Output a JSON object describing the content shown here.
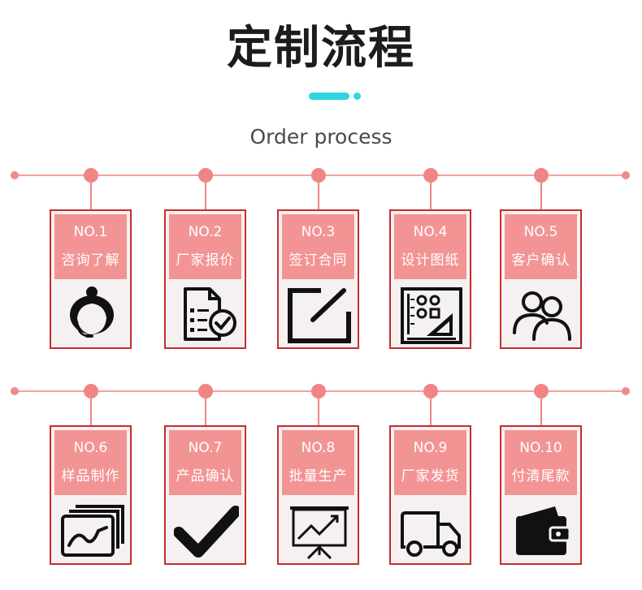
{
  "header": {
    "title": "定制流程",
    "subtitle": "Order process"
  },
  "colors": {
    "accent_cyan": "#2fd6e2",
    "line_pink": "#f2a2a2",
    "node_pink": "#ef8585",
    "card_head": "#f39494",
    "card_border": "#c62d2d",
    "card_body": "#f5f1f1"
  },
  "steps": [
    {
      "no": "NO.1",
      "label": "咨询了解",
      "icon": "customer-service-icon"
    },
    {
      "no": "NO.2",
      "label": "厂家报价",
      "icon": "quote-document-icon"
    },
    {
      "no": "NO.3",
      "label": "签订合同",
      "icon": "contract-edit-icon"
    },
    {
      "no": "NO.4",
      "label": "设计图纸",
      "icon": "design-drawing-icon"
    },
    {
      "no": "NO.5",
      "label": "客户确认",
      "icon": "customers-icon"
    },
    {
      "no": "NO.6",
      "label": "样品制作",
      "icon": "sample-images-icon"
    },
    {
      "no": "NO.7",
      "label": "产品确认",
      "icon": "checkmark-icon"
    },
    {
      "no": "NO.8",
      "label": "批量生产",
      "icon": "production-chart-icon"
    },
    {
      "no": "NO.9",
      "label": "厂家发货",
      "icon": "delivery-truck-icon"
    },
    {
      "no": "NO.10",
      "label": "付清尾款",
      "icon": "wallet-icon"
    }
  ]
}
